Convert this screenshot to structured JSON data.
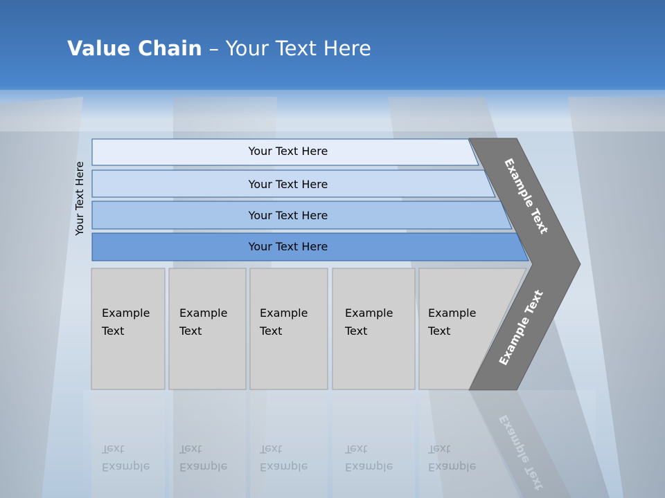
{
  "title": {
    "bold": "Value Chain",
    "rest": " – Your Text Here"
  },
  "side_label": "Your Text Here",
  "bars": [
    {
      "label": "Your Text Here",
      "color": "#e4edf9"
    },
    {
      "label": "Your Text Here",
      "color": "#c9dbf2"
    },
    {
      "label": "Your Text Here",
      "color": "#a8c6ea"
    },
    {
      "label": "Your Text Here",
      "color": "#6f9edb"
    }
  ],
  "boxes": [
    {
      "line1": "Example",
      "line2": "Text"
    },
    {
      "line1": "Example",
      "line2": "Text"
    },
    {
      "line1": "Example",
      "line2": "Text"
    },
    {
      "line1": "Example",
      "line2": "Text"
    },
    {
      "line1": "Example",
      "line2": "Text"
    }
  ],
  "chevron": {
    "upper_label": "Example Text",
    "lower_label": "Example Text",
    "color": "#7a7a7a"
  },
  "colors": {
    "header_blue": "#4a82c4",
    "box_fill": "#cfcfcf",
    "bar_border": "#2f5e97"
  }
}
